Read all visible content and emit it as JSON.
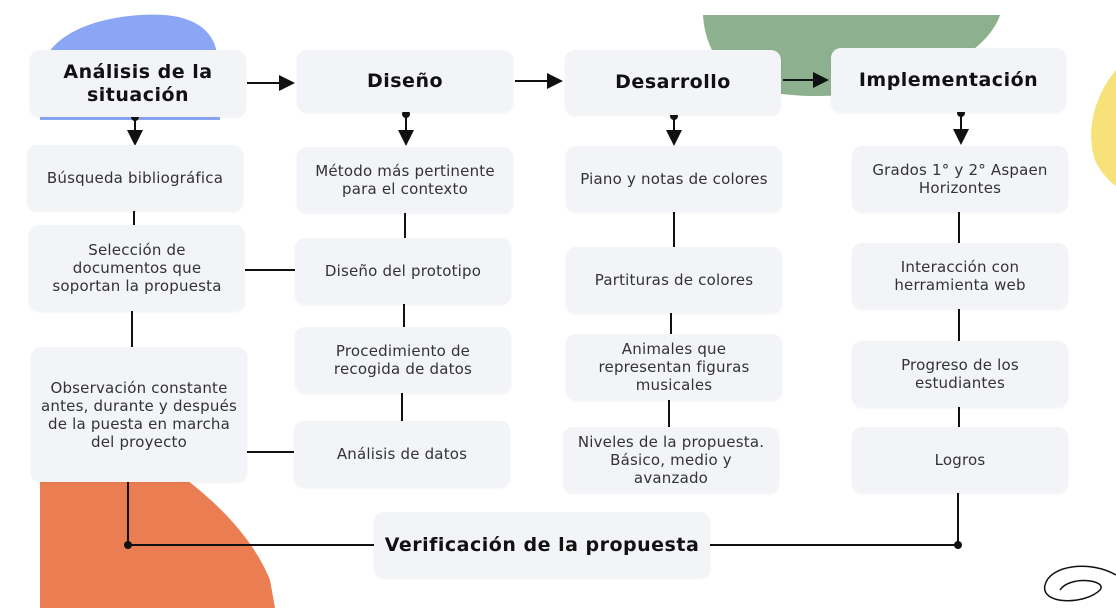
{
  "colors": {
    "box_fill": "#f3f4f8",
    "line": "#111111",
    "blob_blue": "#8aa6f5",
    "blob_green": "#8db08f",
    "blob_yellow": "#f7e27a",
    "blob_orange": "#ea7e52"
  },
  "headers": {
    "analisis": "Análisis de la situación",
    "diseno": "Diseño",
    "desarrollo": "Desarrollo",
    "implementacion": "Implementación",
    "verificacion": "Verificación de la propuesta"
  },
  "columns": {
    "analisis": [
      "Búsqueda bibliográfica",
      "Selección de documentos que soportan la propuesta",
      "Observación constante antes, durante y después de la puesta en marcha del proyecto"
    ],
    "diseno": [
      "Método más pertinente para el contexto",
      "Diseño del prototipo",
      "Procedimiento de recogida de datos",
      "Análisis de datos"
    ],
    "desarrollo": [
      "Piano y notas de colores",
      "Partituras de colores",
      "Animales que representan figuras musicales",
      "Niveles de la propuesta. Básico, medio y avanzado"
    ],
    "implementacion": [
      "Grados 1° y 2° Aspaen Horizontes",
      "Interacción con herramienta web",
      "Progreso de los estudiantes",
      "Logros"
    ]
  }
}
